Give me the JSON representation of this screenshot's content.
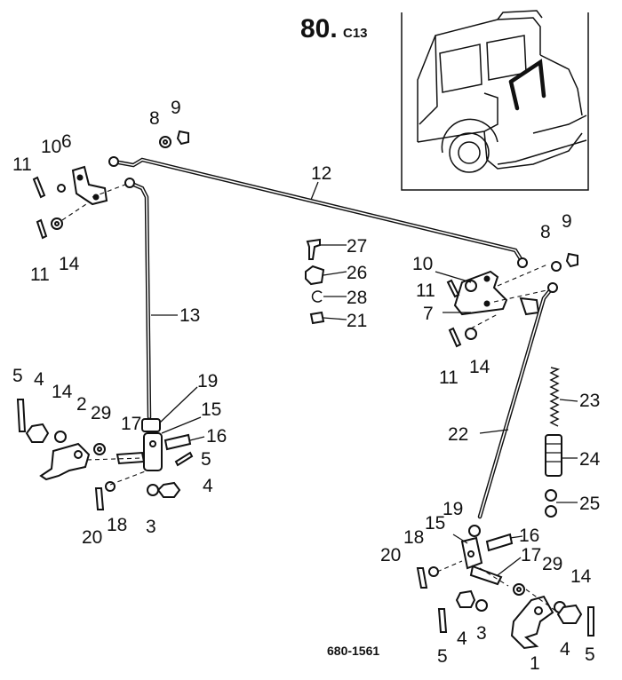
{
  "header": {
    "page_number": "80.",
    "section_code": "C13"
  },
  "drawing_code": "680-1561",
  "part_labels": {
    "left_upper_lever": [
      "11",
      "10",
      "6",
      "11",
      "14"
    ],
    "upper_nut_washer": [
      "8",
      "9"
    ],
    "cross_rod": "12",
    "vertical_rod_left": "13",
    "clip_assembly": [
      "27",
      "26",
      "28",
      "21"
    ],
    "right_upper_lever": [
      "8",
      "9",
      "10",
      "11",
      "7",
      "11",
      "14"
    ],
    "left_lower_group": [
      "5",
      "4",
      "14",
      "2",
      "29",
      "17",
      "19",
      "15",
      "16",
      "5",
      "4",
      "3",
      "18",
      "20"
    ],
    "right_rod": "22",
    "spring_group": [
      "23",
      "24",
      "25"
    ],
    "right_lower_group": [
      "19",
      "15",
      "18",
      "20",
      "16",
      "17",
      "29",
      "14",
      "4",
      "3",
      "5",
      "4",
      "5",
      "1"
    ]
  }
}
